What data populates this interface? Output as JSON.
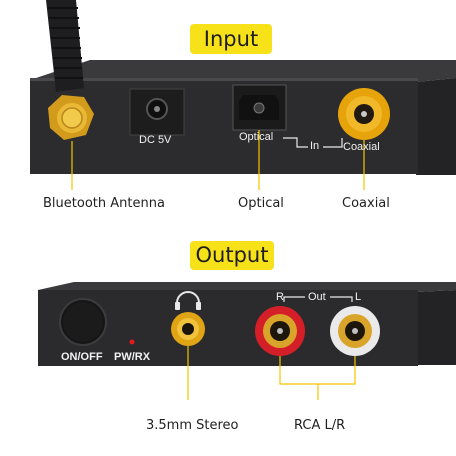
{
  "headings": {
    "input": "Input",
    "output": "Output"
  },
  "input_panel": {
    "dc_label": "DC 5V",
    "optical_label": "Optical",
    "in_label": "In",
    "coaxial_label": "Coaxial"
  },
  "input_callouts": {
    "antenna": "Bluetooth Antenna",
    "optical": "Optical",
    "coaxial": "Coaxial"
  },
  "output_panel": {
    "power_label": "ON/OFF",
    "indicator_label": "PW/RX",
    "r_label": "R",
    "out_label": "Out",
    "l_label": "L"
  },
  "output_callouts": {
    "stereo": "3.5mm Stereo",
    "rca": "RCA L/R"
  },
  "colors": {
    "heading_bg": "#f7e21a",
    "panel": "#2b2b2d",
    "gold": "#d8a424",
    "rca_red": "#d51f28",
    "rca_white": "#e9e9e9",
    "callout_line": "#f2c400",
    "led": "#e21a1a"
  },
  "icons": {
    "headphone": "headphone-icon"
  }
}
